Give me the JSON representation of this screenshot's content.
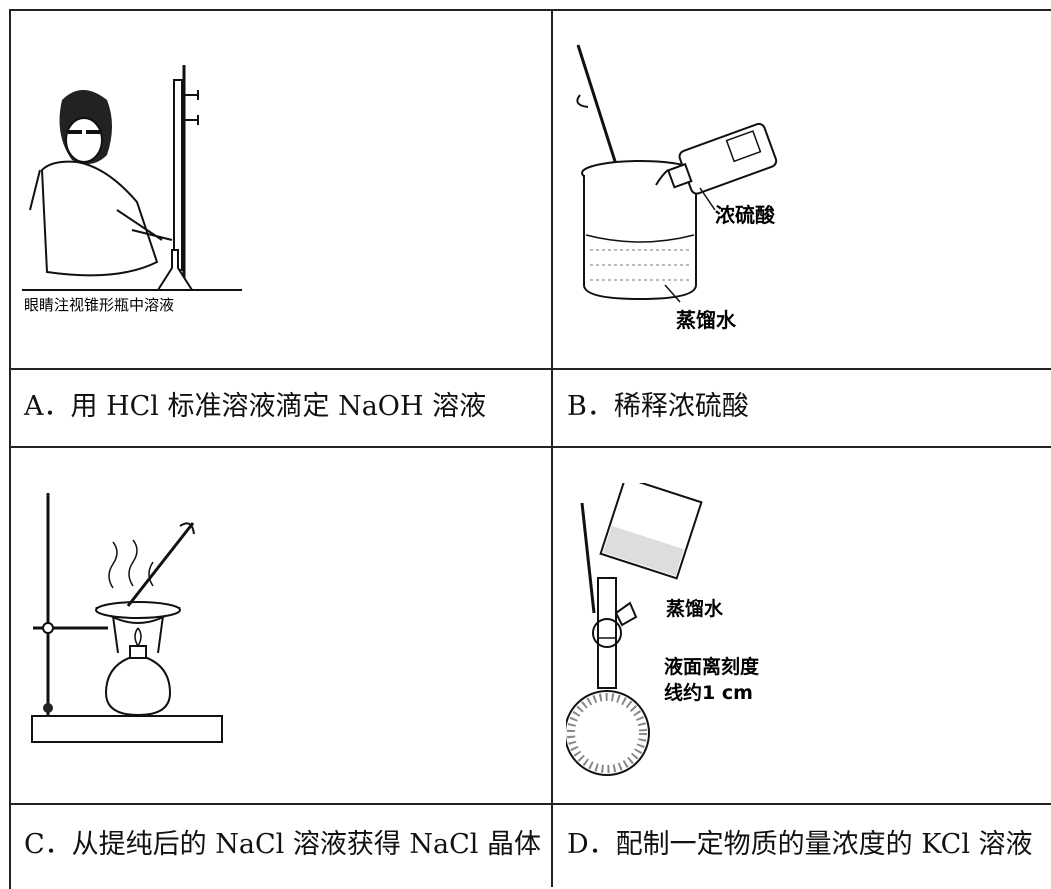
{
  "cells": [
    {
      "caption": "A．用 HCl 标准溶液滴定 NaOH 溶液",
      "figure_label": "眼睛注视锥形瓶中溶液"
    },
    {
      "caption": "B．稀释浓硫酸",
      "figure_labels": [
        "浓硫酸",
        "蒸馏水"
      ]
    },
    {
      "caption": "C．从提纯后的 NaCl 溶液获得 NaCl 晶体"
    },
    {
      "caption": "D．配制一定物质的量浓度的 KCl 溶液",
      "figure_labels": [
        "蒸馏水",
        "液面离刻度",
        "线约1 cm"
      ]
    }
  ]
}
